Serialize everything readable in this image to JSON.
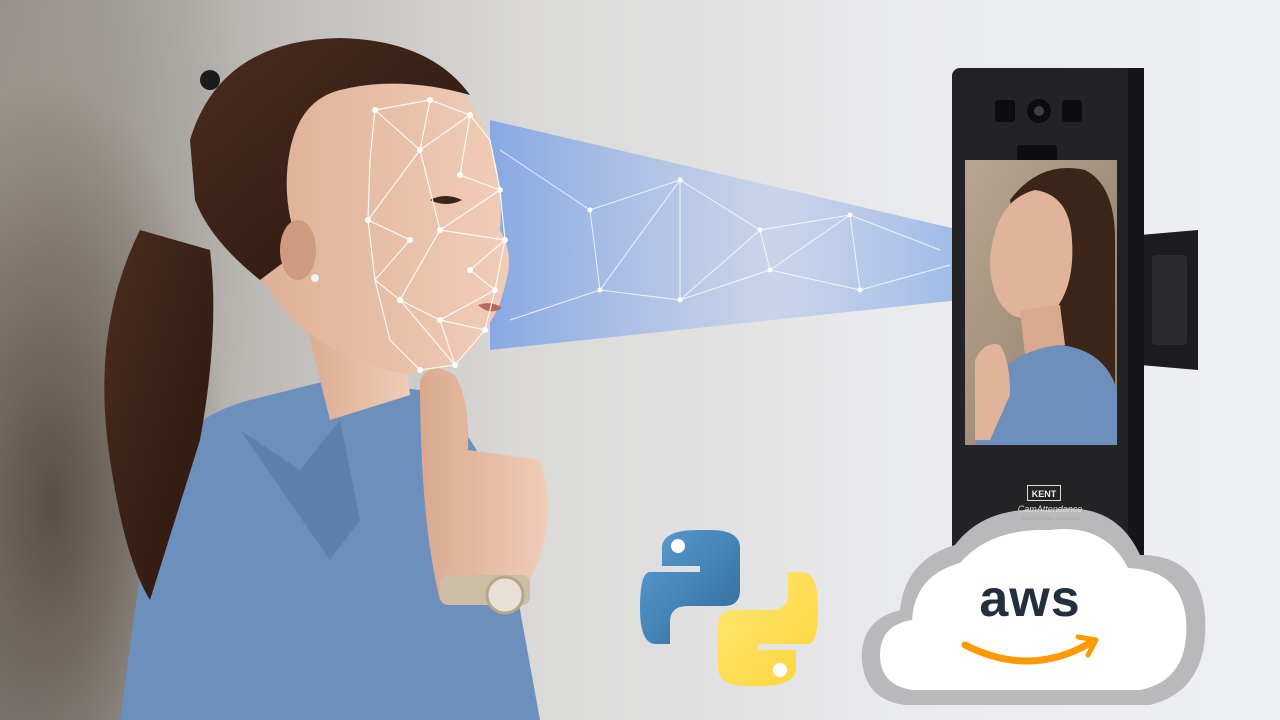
{
  "device": {
    "brand": "KENT",
    "product": "CamAttendance",
    "tagline": "Touchless face attendance"
  },
  "logos": {
    "aws_wordmark": "aws",
    "python_icon": "python-logo-icon",
    "cloud_icon": "cloud-icon"
  },
  "colors": {
    "aws_text": "#232f3e",
    "aws_smile": "#ff9900",
    "python_blue": "#3776ab",
    "python_yellow": "#ffd43b",
    "shirt_blue": "#6d8fbb",
    "scan_beam": "#7aa2e6"
  }
}
